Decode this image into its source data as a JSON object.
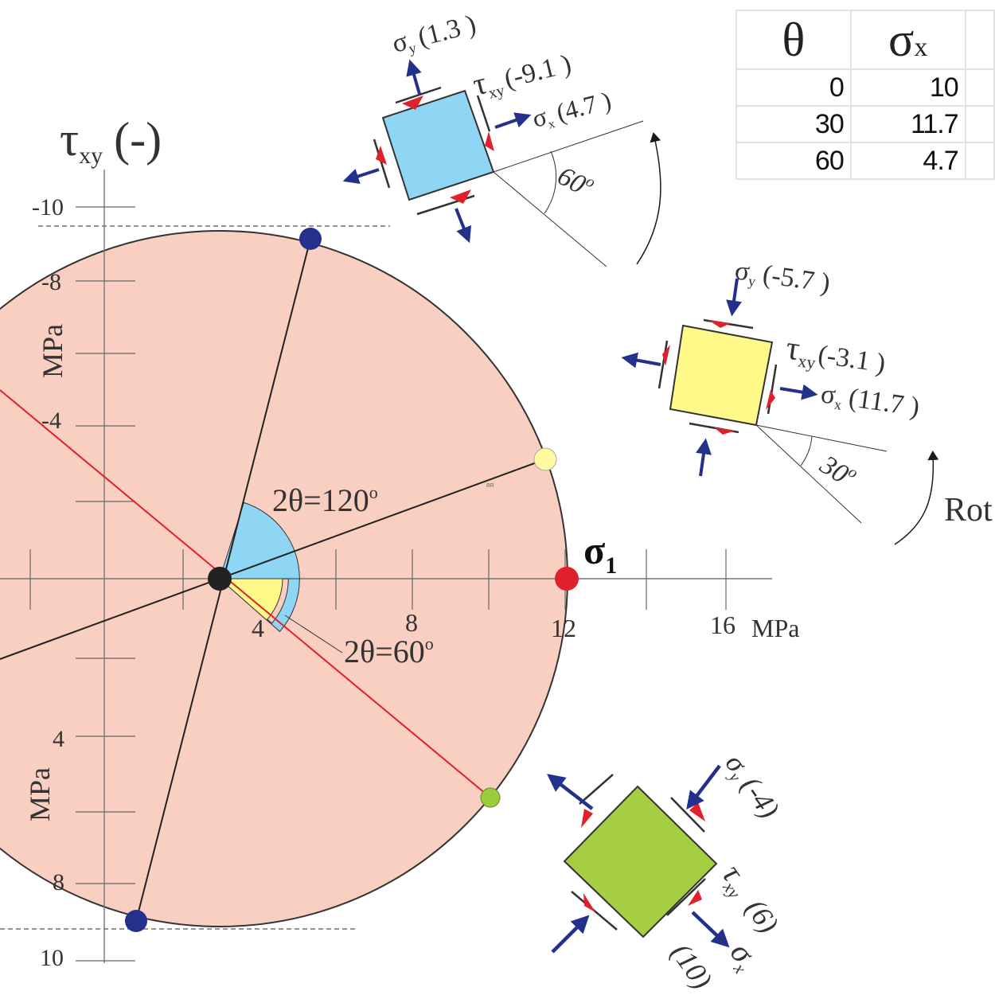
{
  "circle": {
    "center_sigma": 3,
    "radius": 9.1,
    "sigma1_label": "σ",
    "sigma1_sub": "1"
  },
  "axes": {
    "tau_symbol": "τ",
    "tau_sub": "xy",
    "tau_sign": "(-)",
    "y_unit_top": "MPa",
    "y_unit_bottom": "MPa",
    "x_unit": "MPa",
    "x_ticks": [
      "4",
      "8",
      "12",
      "16"
    ],
    "y_ticks_neg": [
      "-10",
      "-8",
      "-4"
    ],
    "y_ticks_pos": [
      "4",
      "8",
      "10"
    ]
  },
  "points": {
    "green": {
      "sigma": 10,
      "tau": 6,
      "color": "#9ccc3c"
    },
    "yellow": {
      "sigma": 11.7,
      "tau": -3.1,
      "color": "#fff9a0"
    },
    "blue": {
      "sigma": 4.7,
      "tau": -9.1,
      "color": "#23318c"
    },
    "blue2": {
      "sigma": 1.3,
      "tau": 9.1,
      "color": "#23318c"
    },
    "red": {
      "sigma": 12.1,
      "tau": 0,
      "color": "#e0202a"
    },
    "center": {
      "color": "#222222"
    }
  },
  "angle_labels": {
    "two_theta_120": "2θ=120",
    "two_theta_60": "2θ=60",
    "deg": "o"
  },
  "elements": {
    "blue": {
      "sigma_y": "(1.3 )",
      "tau_xy": "(-9.1 )",
      "sigma_x": "(4.7 )",
      "angle": "60",
      "fill": "#8fd6f4"
    },
    "yellow": {
      "sigma_y": "(-5.7 )",
      "tau_xy": "(-3.1 )",
      "sigma_x": "(11.7 )",
      "angle": "30",
      "rotation_word": "Rot",
      "fill": "#fff98a"
    },
    "green": {
      "sigma_y": "(-4)",
      "tau_xy": "(6)",
      "sigma_x": "(10)",
      "fill": "#a6ce42"
    }
  },
  "table": {
    "headers": [
      "θ",
      "σx"
    ],
    "rows": [
      [
        "0",
        "10"
      ],
      [
        "30",
        "11.7"
      ],
      [
        "60",
        "4.7"
      ]
    ]
  },
  "colors": {
    "circle_fill": "#f9cfc2",
    "arrow": "#23318c",
    "shear_red": "#e0202a",
    "principal_line": "#e0202a"
  },
  "tiny_mark": "BR"
}
